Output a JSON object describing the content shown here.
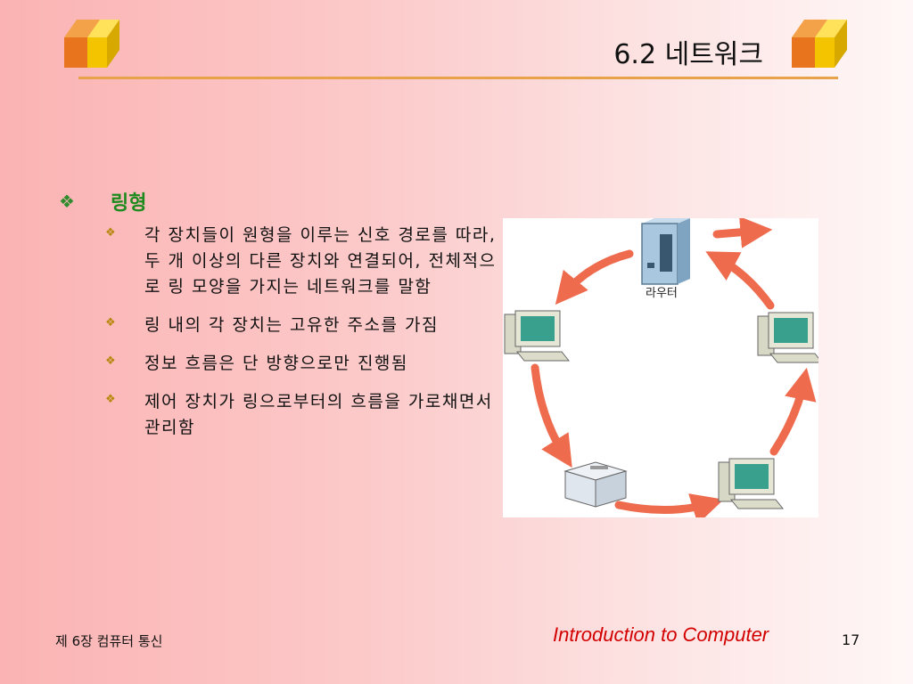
{
  "slide": {
    "title": "6.2 네트워크",
    "section_heading": "링형",
    "bullets": [
      "각 장치들이 원형을 이루는 신호 경로를 따라, 두 개 이상의 다른 장치와 연결되어, 전체적으로 링 모양을 가지는 네트워크를 말함",
      "링 내의 각 장치는 고유한 주소를 가짐",
      "정보 흐름은 단 방향으로만 진행됨",
      "제어 장치가 링으로부터의 흐름을 가로채면서 관리함"
    ]
  },
  "diagram": {
    "router_label": "라우터",
    "icons": [
      "router-icon",
      "computer-icon",
      "printer-icon"
    ],
    "arrow_color": "#ee6b4e"
  },
  "footer": {
    "chapter": "제 6장 컴퓨터 통신",
    "course": "Introduction to Computer",
    "page": "17"
  },
  "colors": {
    "accent_rule": "#e8a24a",
    "heading_green": "#1d8a1d",
    "course_red": "#d20000",
    "logo_orange": "#e87a1e",
    "logo_yellow": "#f5c400"
  }
}
